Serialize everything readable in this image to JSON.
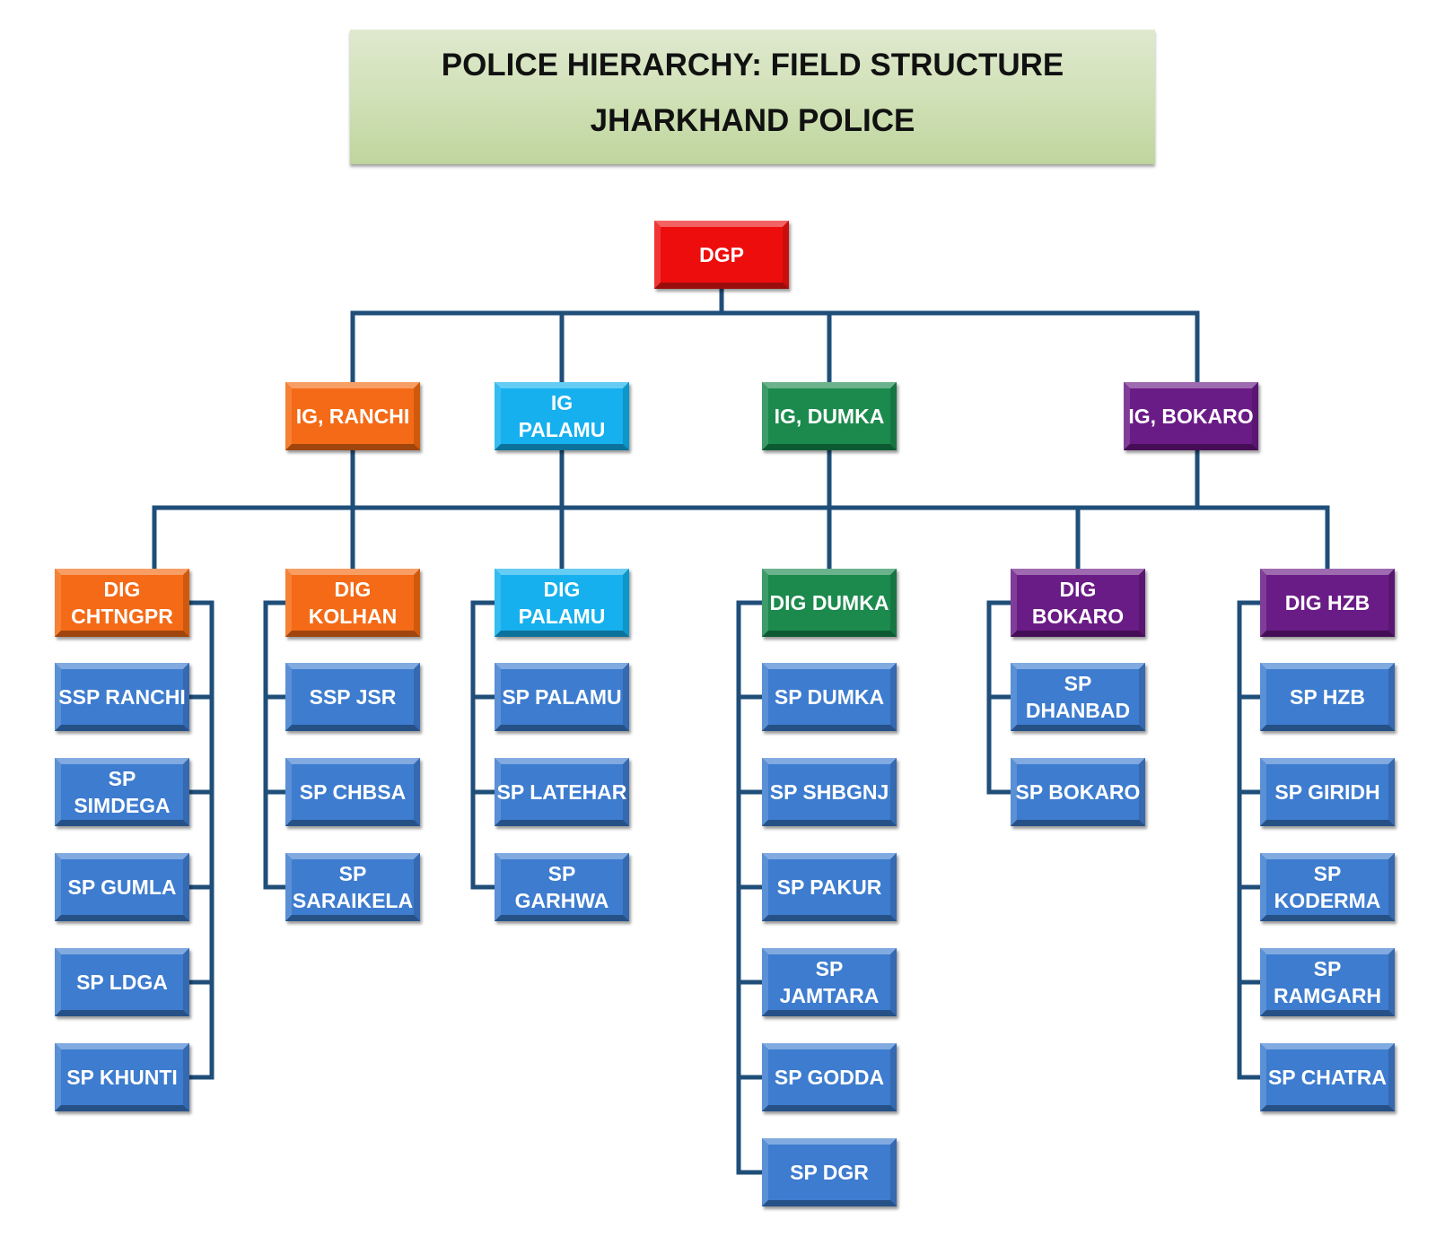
{
  "title": {
    "line1": "POLICE HIERARCHY: FIELD STRUCTURE",
    "line2": "JHARKHAND POLICE"
  },
  "colors": {
    "connector": "#1f4e79",
    "red": "#ee1111",
    "orange": "#f46a12",
    "cyan": "#12b0ee",
    "green": "#1a8a4e",
    "purple": "#6a1a86",
    "blue": "#3d7ccf"
  },
  "hierarchy": {
    "root": {
      "label": [
        "DGP"
      ],
      "color": "red"
    },
    "igs": [
      {
        "label": [
          "IG, RANCHI"
        ],
        "color": "orange"
      },
      {
        "label": [
          "IG",
          "PALAMU"
        ],
        "color": "cyan"
      },
      {
        "label": [
          "IG, DUMKA"
        ],
        "color": "green"
      },
      {
        "label": [
          "IG, BOKARO"
        ],
        "color": "purple"
      }
    ],
    "digs": [
      {
        "label": [
          "DIG",
          "CHTNGPR"
        ],
        "color": "orange",
        "sps": [
          [
            "SSP RANCHI"
          ],
          [
            "SP",
            "SIMDEGA"
          ],
          [
            "SP GUMLA"
          ],
          [
            "SP LDGA"
          ],
          [
            "SP KHUNTI"
          ]
        ]
      },
      {
        "label": [
          "DIG",
          "KOLHAN"
        ],
        "color": "orange",
        "sps": [
          [
            "SSP JSR"
          ],
          [
            "SP CHBSA"
          ],
          [
            "SP",
            "SARAIKELA"
          ]
        ]
      },
      {
        "label": [
          "DIG",
          "PALAMU"
        ],
        "color": "cyan",
        "sps": [
          [
            "SP PALAMU"
          ],
          [
            "SP LATEHAR"
          ],
          [
            "SP",
            "GARHWA"
          ]
        ]
      },
      {
        "label": [
          "DIG DUMKA"
        ],
        "color": "green",
        "sps": [
          [
            "SP DUMKA"
          ],
          [
            "SP SHBGNJ"
          ],
          [
            "SP PAKUR"
          ],
          [
            "SP",
            "JAMTARA"
          ],
          [
            "SP GODDA"
          ],
          [
            "SP DGR"
          ]
        ]
      },
      {
        "label": [
          "DIG",
          "BOKARO"
        ],
        "color": "purple",
        "sps": [
          [
            "SP",
            "DHANBAD"
          ],
          [
            "SP BOKARO"
          ]
        ]
      },
      {
        "label": [
          "DIG HZB"
        ],
        "color": "purple",
        "sps": [
          [
            "SP HZB"
          ],
          [
            "SP GIRIDH"
          ],
          [
            "SP",
            "KODERMA"
          ],
          [
            "SP",
            "RAMGARH"
          ],
          [
            "SP CHATRA"
          ]
        ]
      }
    ]
  }
}
